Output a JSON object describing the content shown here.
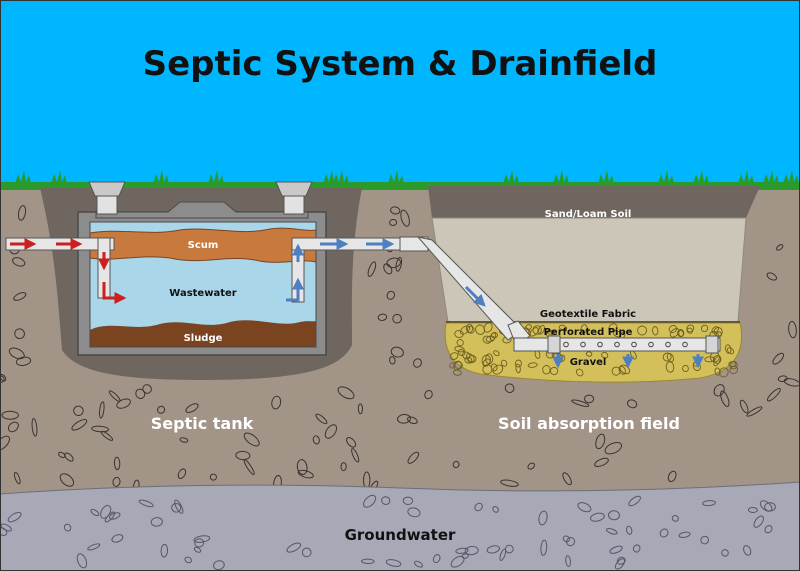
{
  "title": "Septic System & Drainfield",
  "labels": {
    "scum": "Scum",
    "wastewater": "Wastewater",
    "sludge": "Sludge",
    "sand_loam_soil": "Sand/Loam Soil",
    "geotextile_fabric": "Geotextile Fabric",
    "perforated_pipe": "Perforated Pipe",
    "gravel": "Gravel",
    "septic_tank": "Septic tank",
    "soil_absorption_field": "Soil absorption field",
    "groundwater": "Groundwater"
  },
  "colors": {
    "sky": "#00b7ff",
    "grass": "#2a9a2a",
    "soil": "#a39488",
    "excavation": "#6f6660",
    "groundwater": "#a7a9b6",
    "tank_wall": "#7a7a7a",
    "scum": "#c8793e",
    "wastewater": "#a9d6e8",
    "sludge": "#7a4420",
    "sand": "#cbc6b8",
    "gravel": "#d4c05a",
    "inflow_arrow": "#cc1f1f",
    "outflow_arrow": "#4f7fc0"
  }
}
